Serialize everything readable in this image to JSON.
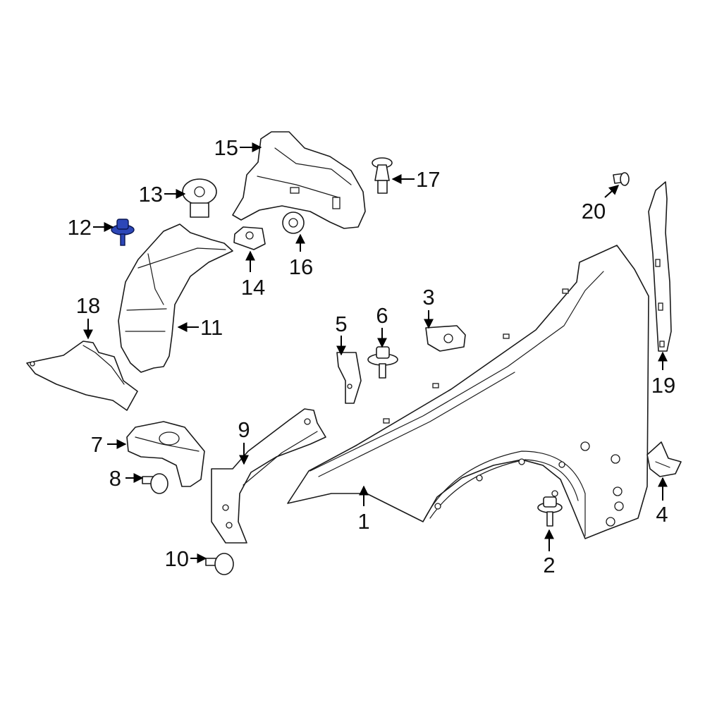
{
  "diagram": {
    "callouts": [
      {
        "id": "1",
        "label": "1"
      },
      {
        "id": "2",
        "label": "2"
      },
      {
        "id": "3",
        "label": "3"
      },
      {
        "id": "4",
        "label": "4"
      },
      {
        "id": "5",
        "label": "5"
      },
      {
        "id": "6",
        "label": "6"
      },
      {
        "id": "7",
        "label": "7"
      },
      {
        "id": "8",
        "label": "8"
      },
      {
        "id": "9",
        "label": "9"
      },
      {
        "id": "10",
        "label": "10"
      },
      {
        "id": "11",
        "label": "11"
      },
      {
        "id": "12",
        "label": "12"
      },
      {
        "id": "13",
        "label": "13"
      },
      {
        "id": "14",
        "label": "14"
      },
      {
        "id": "15",
        "label": "15"
      },
      {
        "id": "16",
        "label": "16"
      },
      {
        "id": "17",
        "label": "17"
      },
      {
        "id": "18",
        "label": "18"
      },
      {
        "id": "19",
        "label": "19"
      },
      {
        "id": "20",
        "label": "20"
      }
    ],
    "highlighted_part": "12",
    "highlight_color": "#2d47b8"
  }
}
